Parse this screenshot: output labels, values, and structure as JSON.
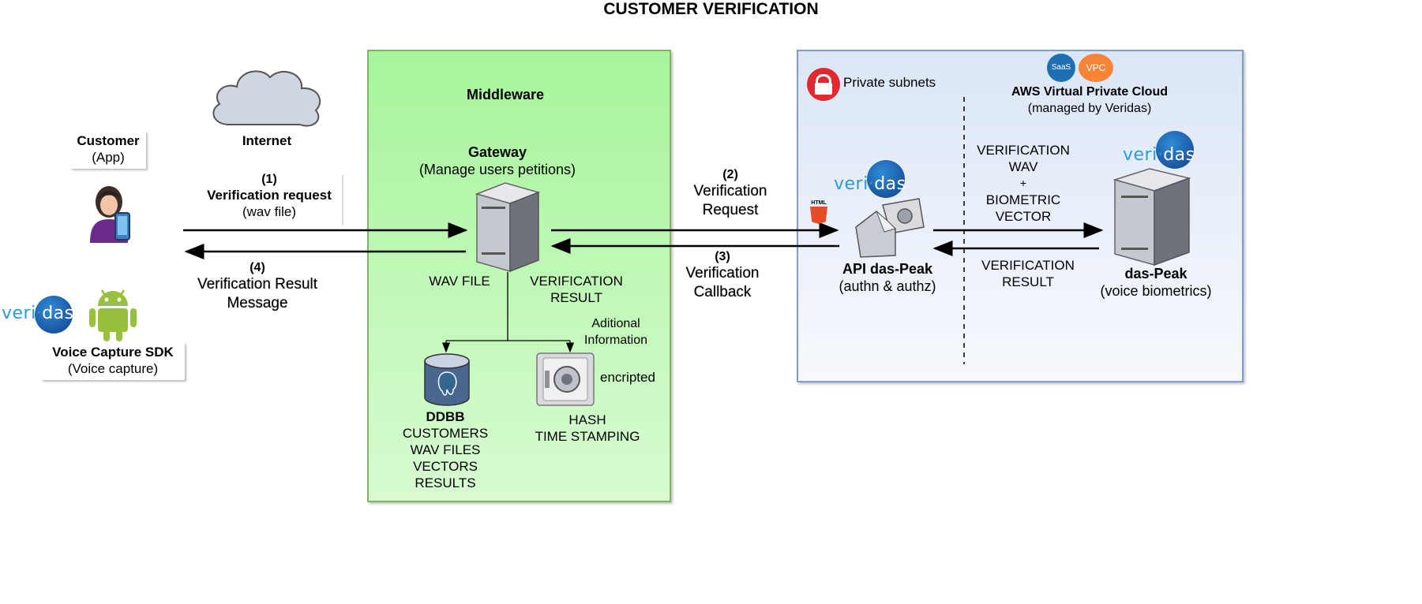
{
  "title": "CUSTOMER VERIFICATION",
  "customer": {
    "name": "Customer",
    "sub": "(App)"
  },
  "internet": {
    "label": "Internet"
  },
  "step1": {
    "num": "(1)",
    "title": "Verification request",
    "sub": "(wav file)"
  },
  "step4": {
    "num": "(4)",
    "line1": "Verification Result",
    "line2": "Message"
  },
  "sdk": {
    "name": "Voice Capture SDK",
    "sub": "(Voice capture)"
  },
  "logo": {
    "word_left": "veri",
    "word_right": "das"
  },
  "middleware": {
    "label": "Middleware",
    "gateway": {
      "name": "Gateway",
      "sub": "(Manage users petitions)"
    },
    "wav_label": "WAV FILE",
    "result_label": [
      "VERIFICATION",
      "RESULT"
    ],
    "additional": [
      "Aditional",
      "Information"
    ],
    "encrypted": "encripted",
    "ddbb": {
      "name": "DDBB",
      "items": [
        "CUSTOMERS",
        "WAV FILES",
        "VECTORS",
        "RESULTS"
      ]
    },
    "hash": [
      "HASH",
      "TIME STAMPING"
    ]
  },
  "step2": {
    "num": "(2)",
    "line1": "Verification",
    "line2": "Request"
  },
  "step3": {
    "num": "(3)",
    "line1": "Verification",
    "line2": "Callback"
  },
  "vpc": {
    "private_subnets": "Private subnets",
    "saas_badge": "SaaS",
    "vpc_badge": "VPC",
    "title": "AWS Virtual Private Cloud",
    "sub": "(managed by Veridas)",
    "html5_badge": "HTML",
    "api": {
      "name": "API das-Peak",
      "sub": "(authn & authz)"
    },
    "request_lines": [
      "VERIFICATION",
      "WAV",
      "+",
      "BIOMETRIC",
      "VECTOR"
    ],
    "result_lines": [
      "VERIFICATION",
      "RESULT"
    ],
    "engine": {
      "name": "das-Peak",
      "sub": "(voice biometrics)"
    }
  },
  "colors": {
    "middleware_fill": "#a6f59a",
    "vpc_fill": "#dbe6f7",
    "logo_blue": "#1f6fb5",
    "android_green": "#97c03d",
    "lock_red": "#e02a2f",
    "vpc_orange": "#f58534"
  }
}
